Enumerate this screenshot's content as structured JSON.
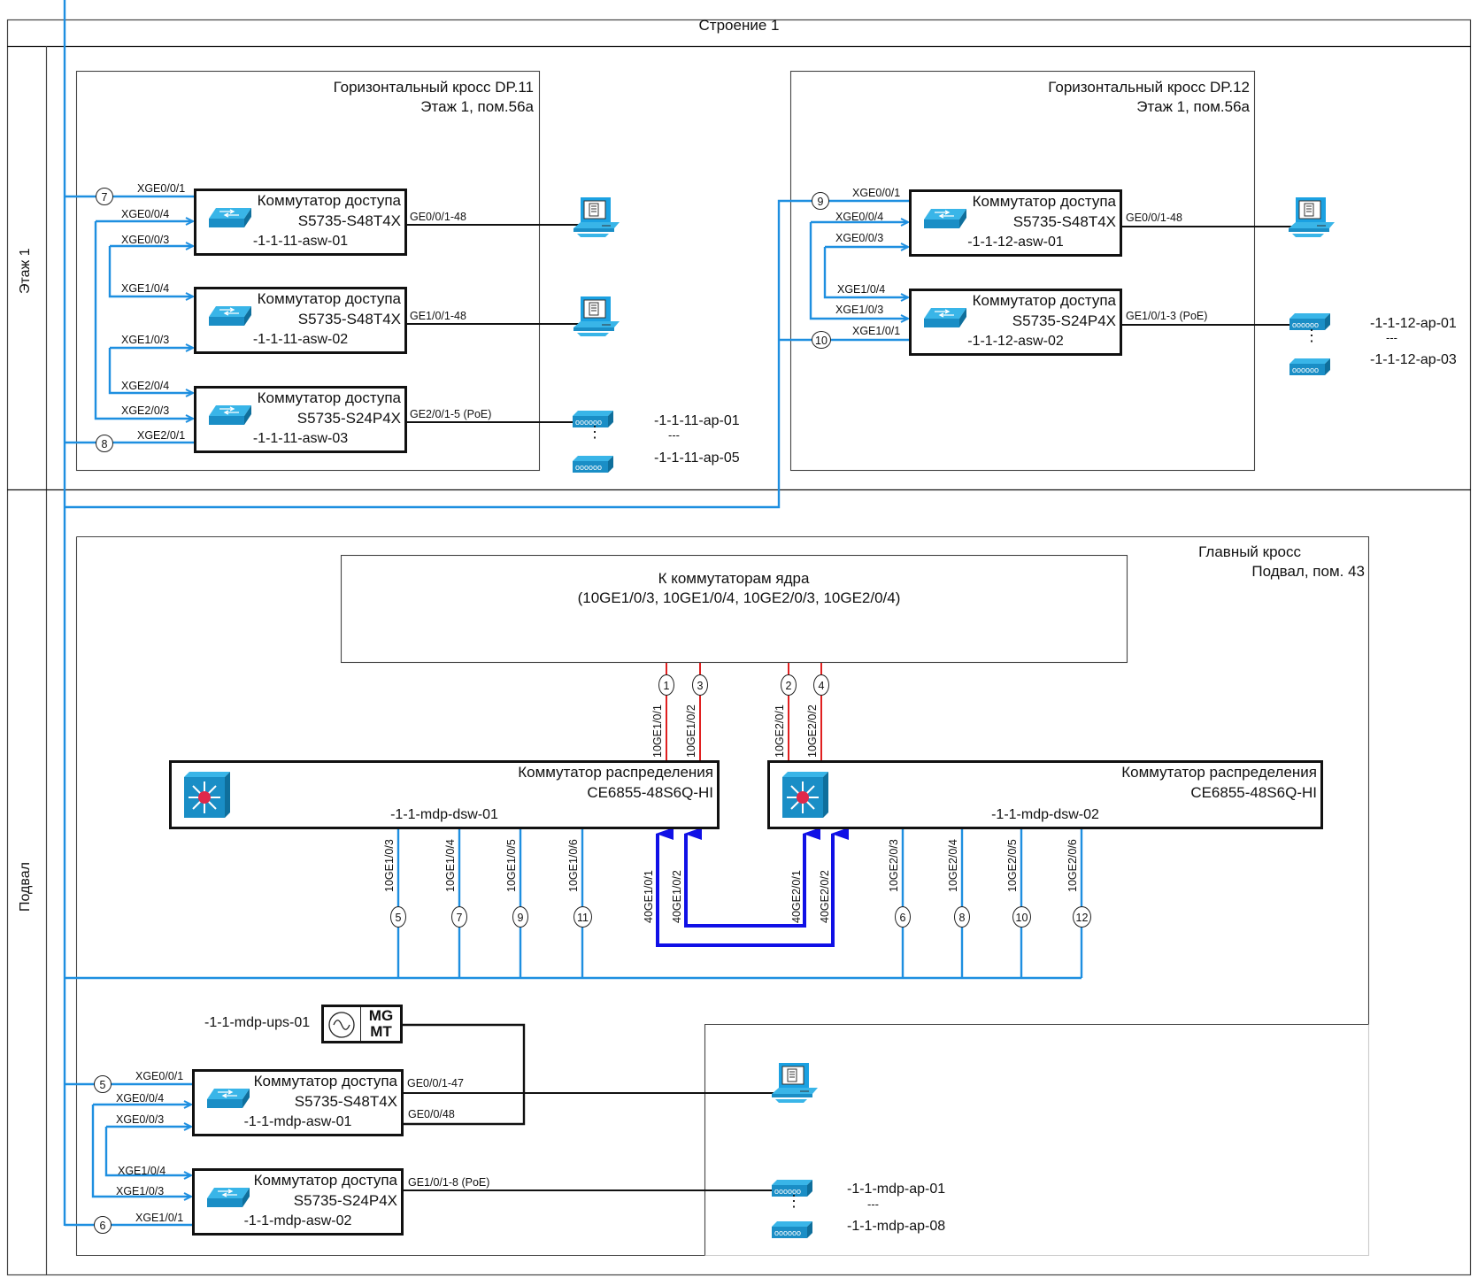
{
  "building": {
    "title": "Строение 1"
  },
  "lanes": {
    "floor1": "Этаж 1",
    "basement": "Подвал"
  },
  "colors": {
    "uplink": "#1e8fe0",
    "core": "#e02020",
    "stack": "#1010e6",
    "copper": "#111111",
    "device": "#1ba1e2"
  },
  "dp11": {
    "title": "Горизонтальный кросс DP.11",
    "location": "Этаж 1, пом.56а",
    "switches": [
      {
        "type": "Коммутатор доступа",
        "model": "S5735-S48T4X",
        "name": "-1-1-11-asw-01",
        "downlink": "GE0/0/1-48"
      },
      {
        "type": "Коммутатор доступа",
        "model": "S5735-S48T4X",
        "name": "-1-1-11-asw-02",
        "downlink": "GE1/0/1-48"
      },
      {
        "type": "Коммутатор доступа",
        "model": "S5735-S24P4X",
        "name": "-1-1-11-asw-03",
        "downlink": "GE2/0/1-5 (PoE)"
      }
    ],
    "ports": [
      "XGE0/0/1",
      "XGE0/0/4",
      "XGE0/0/3",
      "XGE1/0/4",
      "XGE1/0/3",
      "XGE2/0/4",
      "XGE2/0/3",
      "XGE2/0/1"
    ],
    "nodes": [
      "7",
      "8"
    ],
    "ap_first": "-1-1-11-ap-01",
    "ap_ellipsis": "---",
    "ap_last": "-1-1-11-ap-05"
  },
  "dp12": {
    "title": "Горизонтальный кросс DP.12",
    "location": "Этаж 1, пом.56а",
    "switches": [
      {
        "type": "Коммутатор доступа",
        "model": "S5735-S48T4X",
        "name": "-1-1-12-asw-01",
        "downlink": "GE0/0/1-48"
      },
      {
        "type": "Коммутатор доступа",
        "model": "S5735-S24P4X",
        "name": "-1-1-12-asw-02",
        "downlink": "GE1/0/1-3 (PoE)"
      }
    ],
    "ports": [
      "XGE0/0/1",
      "XGE0/0/4",
      "XGE0/0/3",
      "XGE1/0/4",
      "XGE1/0/3",
      "XGE1/0/1"
    ],
    "nodes": [
      "9",
      "10"
    ],
    "ap_first": "-1-1-12-ap-01",
    "ap_ellipsis": "---",
    "ap_last": "-1-1-12-ap-03"
  },
  "mdp": {
    "title": "Главный кросс",
    "location": "Подвал, пом. 43",
    "core": {
      "title": "К коммутаторам ядра",
      "ports": "(10GE1/0/3, 10GE1/0/4, 10GE2/0/3, 10GE2/0/4)"
    },
    "core_nodes": [
      "1",
      "3",
      "2",
      "4"
    ],
    "core_ports": [
      "10GE1/0/1",
      "10GE1/0/2",
      "10GE2/0/1",
      "10GE2/0/2"
    ],
    "dsw": [
      {
        "type": "Коммутатор распределения",
        "model": "CE6855-48S6Q-HI",
        "name": "-1-1-mdp-dsw-01",
        "down_ports": [
          "10GE1/0/3",
          "10GE1/0/4",
          "10GE1/0/5",
          "10GE1/0/6"
        ],
        "down_nodes": [
          "5",
          "7",
          "9",
          "11"
        ],
        "stack_ports": [
          "40GE1/0/1",
          "40GE1/0/2"
        ]
      },
      {
        "type": "Коммутатор распределения",
        "model": "CE6855-48S6Q-HI",
        "name": "-1-1-mdp-dsw-02",
        "down_ports": [
          "10GE2/0/3",
          "10GE2/0/4",
          "10GE2/0/5",
          "10GE2/0/6"
        ],
        "down_nodes": [
          "6",
          "8",
          "10",
          "12"
        ],
        "stack_ports": [
          "40GE2/0/1",
          "40GE2/0/2"
        ]
      }
    ],
    "ups": {
      "name": "-1-1-mdp-ups-01",
      "line1": "MG",
      "line2": "MT"
    },
    "switches": [
      {
        "type": "Коммутатор доступа",
        "model": "S5735-S48T4X",
        "name": "-1-1-mdp-asw-01",
        "downlink": "GE0/0/1-47",
        "ups_port": "GE0/0/48"
      },
      {
        "type": "Коммутатор доступа",
        "model": "S5735-S24P4X",
        "name": "-1-1-mdp-asw-02",
        "downlink": "GE1/0/1-8 (PoE)"
      }
    ],
    "ports": [
      "XGE0/0/1",
      "XGE0/0/4",
      "XGE0/0/3",
      "XGE1/0/4",
      "XGE1/0/3",
      "XGE1/0/1"
    ],
    "nodes": [
      "5",
      "6"
    ],
    "ap_first": "-1-1-mdp-ap-01",
    "ap_ellipsis": "---",
    "ap_last": "-1-1-mdp-ap-08"
  }
}
